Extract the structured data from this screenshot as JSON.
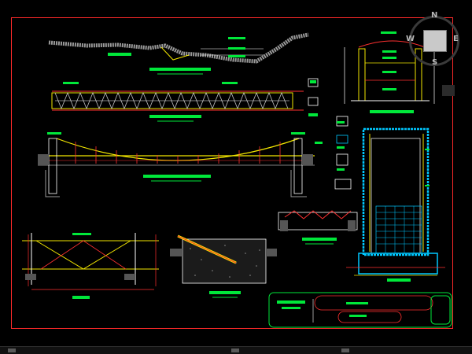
{
  "viewcube": {
    "north": "N",
    "west": "W",
    "east": "E",
    "south": "S"
  },
  "colors": {
    "background": "#000000",
    "border": "#ff2a2a",
    "annotation": "#00e83a",
    "dimension": "#ff3030",
    "member": "#f2e600",
    "outline": "#ffffff",
    "detail": "#00c8ff"
  },
  "icons": [
    "viewcube-icon",
    "compass-ring-icon"
  ]
}
